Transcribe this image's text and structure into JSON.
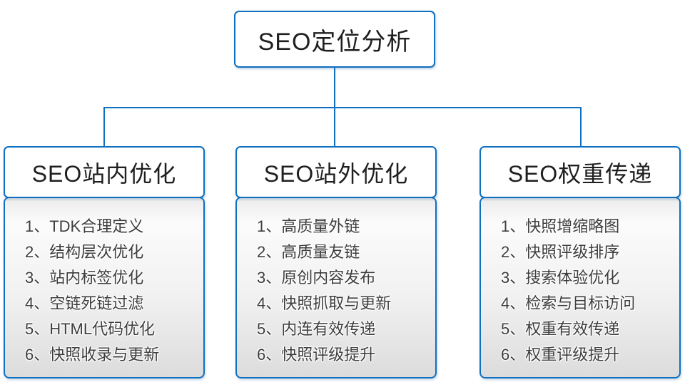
{
  "root": {
    "title": "SEO定位分析"
  },
  "columns": [
    {
      "header": "SEO站内优化",
      "items": [
        "1、TDK合理定义",
        "2、结构层次优化",
        "3、站内标签优化",
        "4、空链死链过滤",
        "5、HTML代码优化",
        "6、快照收录与更新"
      ]
    },
    {
      "header": "SEO站外优化",
      "items": [
        "1、高质量外链",
        "2、高质量友链",
        "3、原创内容发布",
        "4、快照抓取与更新",
        "5、内连有效传递",
        "6、快照评级提升"
      ]
    },
    {
      "header": "SEO权重传递",
      "items": [
        "1、快照增缩略图",
        "2、快照评级排序",
        "3、搜索体验优化",
        "4、检索与目标访问",
        "5、权重有效传递",
        "6、权重评级提升"
      ]
    }
  ],
  "colors": {
    "accent_blue": "#0f6fc0",
    "header_text": "#1f1f1f",
    "list_text": "#3d3d3d",
    "background": "#ffffff"
  }
}
